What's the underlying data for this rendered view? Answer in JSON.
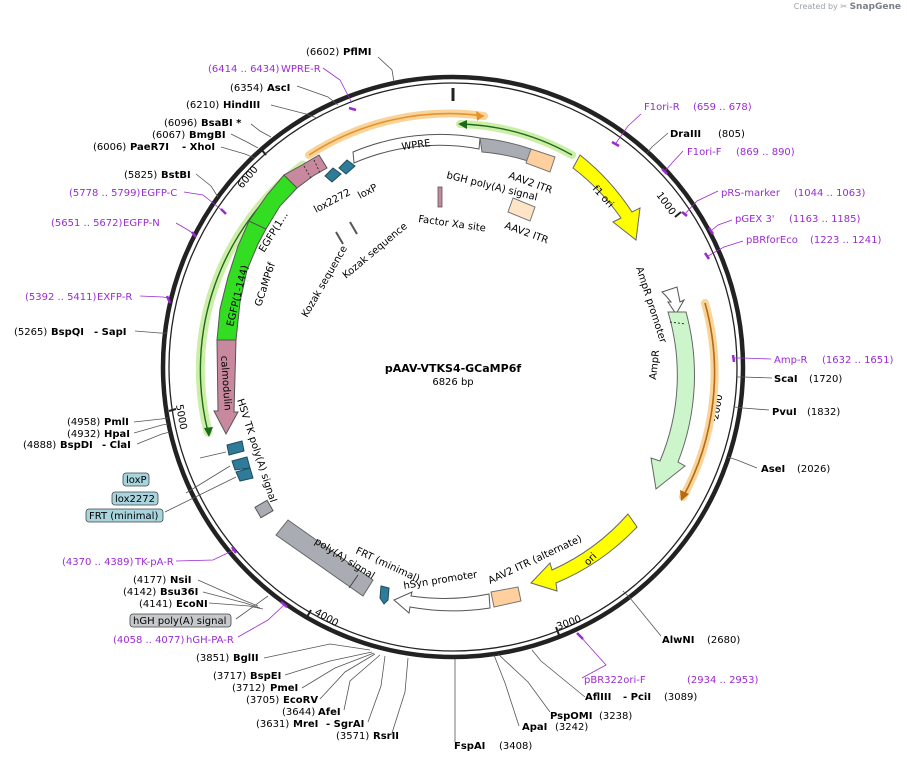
{
  "header": {
    "credit_prefix": "Created by",
    "credit_brand": "SnapGene"
  },
  "plasmid": {
    "name": "pAAV-VTKS4-GCaMP6f",
    "length_label": "6826 bp"
  },
  "backbone_ticks": [
    "1000",
    "2000",
    "3000",
    "4000",
    "5000",
    "6000"
  ],
  "restriction_sites": [
    {
      "pos": "(6602)",
      "name": "PflMI"
    },
    {
      "pos": "(6354)",
      "name": "AscI"
    },
    {
      "pos": "(6210)",
      "name": "HindIII"
    },
    {
      "pos": "(6096)",
      "name": "BsaBI  *"
    },
    {
      "pos": "(6067)",
      "name": "BmgBI"
    },
    {
      "pos": "(6006)",
      "name": "PaeR7I",
      "alt": "- XhoI"
    },
    {
      "pos": "(5825)",
      "name": "BstBI"
    },
    {
      "pos": "(5265)",
      "name": "BspQI",
      "alt": "- SapI"
    },
    {
      "pos": "(4958)",
      "name": "PmlI"
    },
    {
      "pos": "(4932)",
      "name": "HpaI"
    },
    {
      "pos": "(4888)",
      "name": "BspDI",
      "alt": "- ClaI"
    },
    {
      "pos": "(4177)",
      "name": "NsiI"
    },
    {
      "pos": "(4142)",
      "name": "Bsu36I"
    },
    {
      "pos": "(4141)",
      "name": "EcoNI"
    },
    {
      "pos": "(3851)",
      "name": "BglII"
    },
    {
      "pos": "(3717)",
      "name": "BspEI"
    },
    {
      "pos": "(3712)",
      "name": "PmeI"
    },
    {
      "pos": "(3705)",
      "name": "EcoRV"
    },
    {
      "pos": "(3644)",
      "name": "AfeI"
    },
    {
      "pos": "(3631)",
      "name": "MreI",
      "alt": "- SgrAI"
    },
    {
      "pos": "(3571)",
      "name": "RsrII"
    },
    {
      "pos": "(3408)",
      "name": "FspAI"
    },
    {
      "pos": "(3242)",
      "name": "ApaI"
    },
    {
      "pos": "(3238)",
      "name": "PspOMI"
    },
    {
      "pos": "(3089)",
      "name": "AflIII",
      "alt": "- PciI"
    },
    {
      "pos": "(2680)",
      "name": "AlwNI"
    },
    {
      "pos": "(2026)",
      "name": "AseI"
    },
    {
      "pos": "(1832)",
      "name": "PvuI"
    },
    {
      "pos": "(1720)",
      "name": "ScaI"
    },
    {
      "pos": "(805)",
      "name": "DraIII"
    }
  ],
  "primers": [
    {
      "name": "WPRE-R",
      "range": "(6414 .. 6434)"
    },
    {
      "name": "EGFP-C",
      "range": "(5778 .. 5799)"
    },
    {
      "name": "EGFP-N",
      "range": "(5651 .. 5672)"
    },
    {
      "name": "EXFP-R",
      "range": "(5392 .. 5411)"
    },
    {
      "name": "TK-pA-R",
      "range": "(4370 .. 4389)"
    },
    {
      "name": "hGH-PA-R",
      "range": "(4058 .. 4077)"
    },
    {
      "name": "F1ori-R",
      "range": "(659 .. 678)"
    },
    {
      "name": "F1ori-F",
      "range": "(869 .. 890)"
    },
    {
      "name": "pRS-marker",
      "range": "(1044 .. 1063)"
    },
    {
      "name": "pGEX 3'",
      "range": "(1163 .. 1185)"
    },
    {
      "name": "pBRforEco",
      "range": "(1223 .. 1241)"
    },
    {
      "name": "Amp-R",
      "range": "(1632 .. 1651)"
    },
    {
      "name": "pBR322ori-F",
      "range": "(2934 .. 2953)"
    }
  ],
  "feature_labels": {
    "wpre": "WPRE",
    "aav2_itr_top": "AAV2 ITR",
    "bgh_polya": "bGH poly(A) signal",
    "f1_ori": "f1 ori",
    "factor_xa": "Factor Xa site",
    "aav2_itr_inner": "AAV2 ITR",
    "ampr_promoter": "AmpR promoter",
    "ampr": "AmpR",
    "ori": "ori",
    "aav2_itr_alt": "AAV2 ITR (alternate)",
    "hsyn": "hSyn promoter",
    "frt_minimal": "FRT (minimal)",
    "polya_signal": "poly(A) signal",
    "hsv_tk": "HSV TK poly(A) signal",
    "calmodulin": "calmodulin",
    "egfp_1_144": "EGFP(1-144)",
    "egfp_short": "EGFP(1...",
    "gcamp6f": "GCaMP6f",
    "lox2272": "lox2272",
    "loxp": "loxP",
    "kozak1": "Kozak sequence",
    "kozak2": "Kozak sequence"
  },
  "boxed_labels": [
    "loxP",
    "lox2272",
    "FRT (minimal)",
    "hGH poly(A) signal"
  ],
  "colors": {
    "primer": "#9a2bd1",
    "backbone": "#222222",
    "f1_ori": "#ffff00",
    "ampr": "#ccf5cc",
    "calmodulin": "#c8899e",
    "egfp": "#33dd22",
    "itr": "#ffcf9e",
    "polya": "#a9adb3",
    "lox": "#2e7c9a",
    "orange_arc": "#e8922a",
    "green_arc": "#8bdc3b",
    "box_blue": "#a8d4de",
    "box_grey": "#c6c8cb"
  }
}
